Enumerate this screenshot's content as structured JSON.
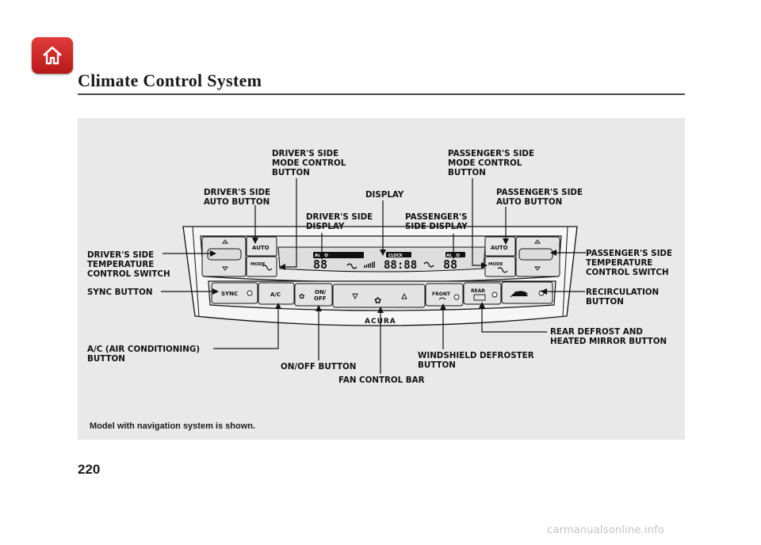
{
  "header": {
    "home_icon": "home-icon",
    "title": "Climate Control System"
  },
  "figure": {
    "labels": {
      "drivers_mode": [
        "DRIVER'S SIDE",
        "MODE CONTROL",
        "BUTTON"
      ],
      "passengers_mode": [
        "PASSENGER'S SIDE",
        "MODE CONTROL",
        "BUTTON"
      ],
      "drivers_auto": [
        "DRIVER'S SIDE",
        "AUTO BUTTON"
      ],
      "display": [
        "DISPLAY"
      ],
      "passengers_auto": [
        "PASSENGER'S SIDE",
        "AUTO BUTTON"
      ],
      "drivers_display": [
        "DRIVER'S SIDE",
        "DISPLAY"
      ],
      "passengers_display": [
        "PASSENGER'S",
        "SIDE DISPLAY"
      ],
      "drivers_temp": [
        "DRIVER'S SIDE",
        "TEMPERATURE",
        "CONTROL SWITCH"
      ],
      "passengers_temp": [
        "PASSENGER'S SIDE",
        "TEMPERATURE",
        "CONTROL SWITCH"
      ],
      "sync": [
        "SYNC BUTTON"
      ],
      "recirculation": [
        "RECIRCULATION",
        "BUTTON"
      ],
      "rear_defrost": [
        "REAR DEFROST AND",
        "HEATED MIRROR BUTTON"
      ],
      "ac": [
        "A/C (AIR CONDITIONING)",
        "BUTTON"
      ],
      "windshield": [
        "WINDSHIELD DEFROSTER",
        "BUTTON"
      ],
      "onoff": [
        "ON/OFF BUTTON"
      ],
      "fan": [
        "FAN CONTROL BAR"
      ]
    },
    "panel": {
      "auto": "AUTO",
      "mode": "MODE",
      "sync": "SYNC",
      "ac": "A/C",
      "on": "ON/",
      "off": "OFF",
      "front": "FRONT",
      "rear": "REAR",
      "brand": "ACURA",
      "display_auto": "AUTO",
      "display_aconoff": "A/C ON/OFF",
      "display_clock_label": "CLOCK",
      "display_temp": "88",
      "display_clock": "88:88"
    },
    "caption": "Model with navigation system is shown."
  },
  "page_number": "220",
  "watermark": "carmanualsonline.info"
}
